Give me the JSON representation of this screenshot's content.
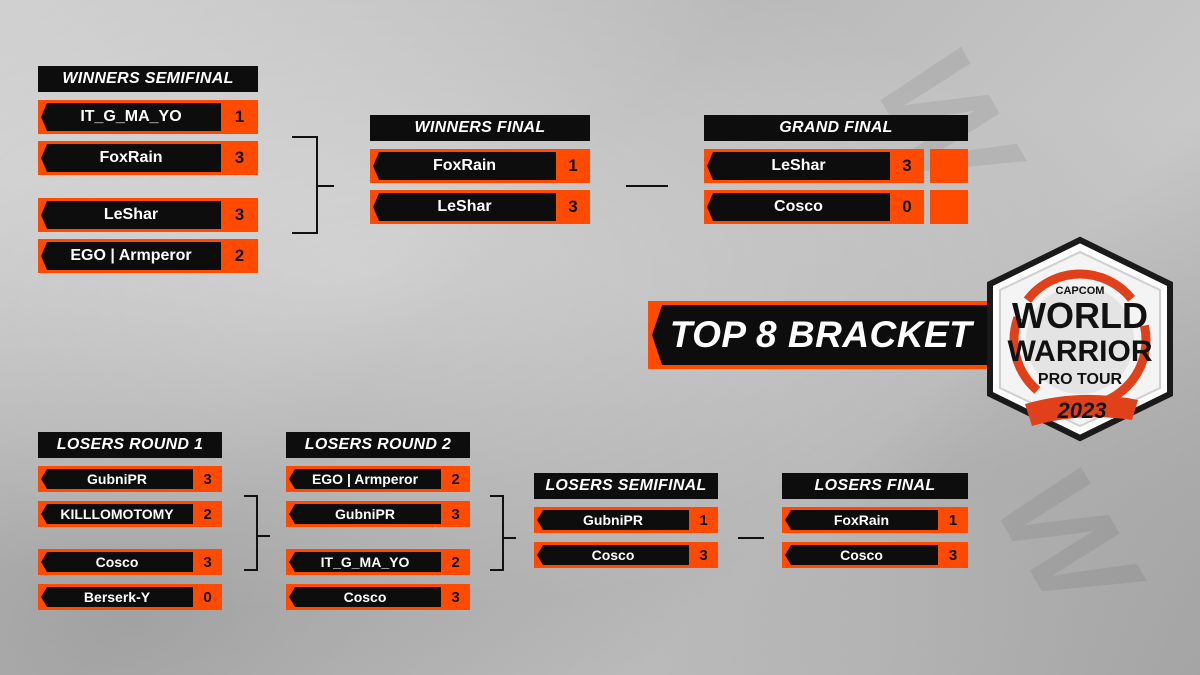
{
  "title": "TOP 8 BRACKET",
  "logo": {
    "brand": "CAPCOM",
    "line1": "WORLD",
    "line2": "WARRIOR",
    "line3": "PRO TOUR",
    "year": "2023"
  },
  "colors": {
    "accent": "#ff4a00",
    "box": "#0d0d0d",
    "text": "#ffffff"
  },
  "winners_semifinal": {
    "label": "WINNERS SEMIFINAL",
    "matches": [
      {
        "p1": {
          "name": "IT_G_MA_YO",
          "score": "1"
        },
        "p2": {
          "name": "FoxRain",
          "score": "3"
        }
      },
      {
        "p1": {
          "name": "LeShar",
          "score": "3"
        },
        "p2": {
          "name": "EGO | Armperor",
          "score": "2"
        }
      }
    ]
  },
  "winners_final": {
    "label": "WINNERS FINAL",
    "p1": {
      "name": "FoxRain",
      "score": "1"
    },
    "p2": {
      "name": "LeShar",
      "score": "3"
    }
  },
  "grand_final": {
    "label": "GRAND FINAL",
    "p1": {
      "name": "LeShar",
      "score": "3"
    },
    "p2": {
      "name": "Cosco",
      "score": "0"
    }
  },
  "losers_round_1": {
    "label": "LOSERS ROUND 1",
    "matches": [
      {
        "p1": {
          "name": "GubniPR",
          "score": "3"
        },
        "p2": {
          "name": "KILLLOMOTOMY",
          "score": "2"
        }
      },
      {
        "p1": {
          "name": "Cosco",
          "score": "3"
        },
        "p2": {
          "name": "Berserk-Y",
          "score": "0"
        }
      }
    ]
  },
  "losers_round_2": {
    "label": "LOSERS ROUND 2",
    "matches": [
      {
        "p1": {
          "name": "EGO | Armperor",
          "score": "2"
        },
        "p2": {
          "name": "GubniPR",
          "score": "3"
        }
      },
      {
        "p1": {
          "name": "IT_G_MA_YO",
          "score": "2"
        },
        "p2": {
          "name": "Cosco",
          "score": "3"
        }
      }
    ]
  },
  "losers_semifinal": {
    "label": "LOSERS SEMIFINAL",
    "p1": {
      "name": "GubniPR",
      "score": "1"
    },
    "p2": {
      "name": "Cosco",
      "score": "3"
    }
  },
  "losers_final": {
    "label": "LOSERS FINAL",
    "p1": {
      "name": "FoxRain",
      "score": "1"
    },
    "p2": {
      "name": "Cosco",
      "score": "3"
    }
  }
}
